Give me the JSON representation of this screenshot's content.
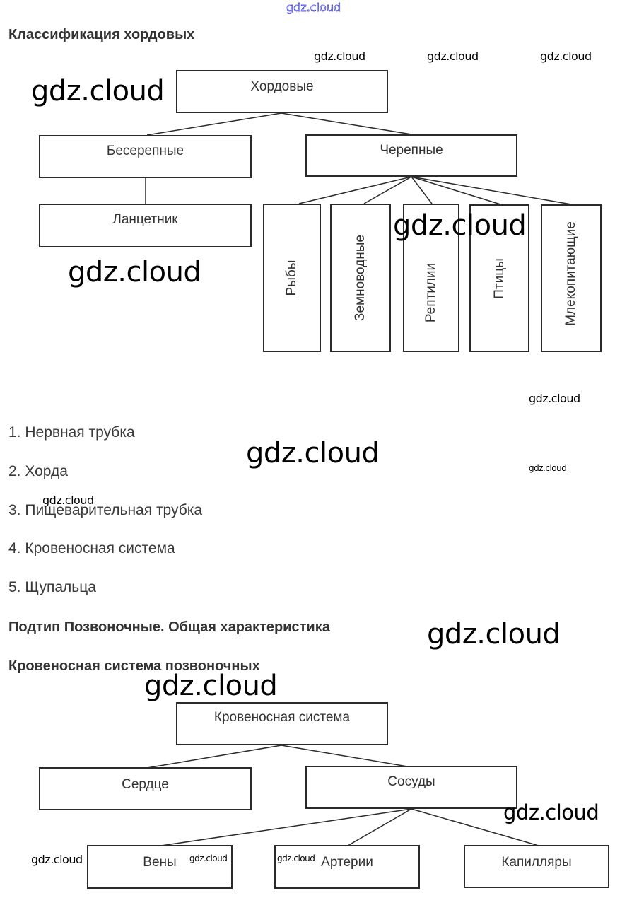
{
  "watermark_text": "gdz.cloud",
  "section1": {
    "heading": "Классификация хордовых",
    "root": "Хордовые",
    "level1": [
      "Бесерепные",
      "Черепные"
    ],
    "acrania_child": "Ланцетник",
    "craniata_children": [
      "Рыбы",
      "Земноводные",
      "Рептилии",
      "Птицы",
      "Млекопитающие"
    ]
  },
  "list": {
    "items": [
      "1. Нервная трубка",
      "2. Хорда",
      "3. Пищеварительная трубка",
      "4. Кровеносная система",
      "5. Щупальца"
    ]
  },
  "section2": {
    "heading": "Подтип Позвоночные. Общая характеристика"
  },
  "section3": {
    "heading": "Кровеносная система позвоночных",
    "root": "Кровеносная система",
    "level1": [
      "Сердце",
      "Сосуды"
    ],
    "vessels": [
      "Вены",
      "Артерии",
      "Капилляры"
    ]
  },
  "colors": {
    "top_watermark_outline": "#2b2bd8",
    "box_border": "#2b2b2b",
    "text": "#333333"
  }
}
